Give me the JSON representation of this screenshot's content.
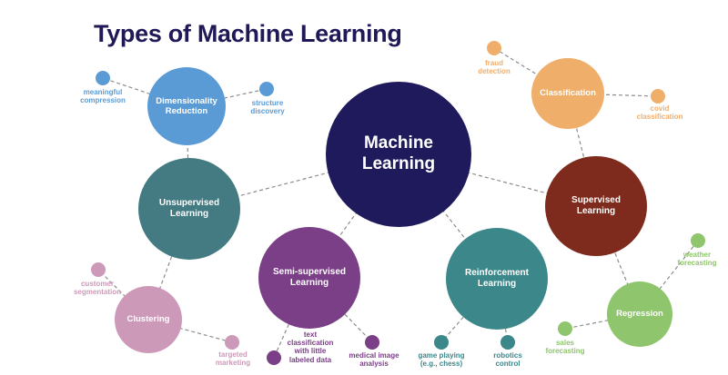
{
  "title": "Types of Machine Learning",
  "colors": {
    "title": "#1f1a57",
    "machine_learning": "#1e1a5c",
    "dimensionality": "#5b9bd5",
    "unsupervised": "#447a82",
    "clustering": "#cc9ab8",
    "semi_supervised": "#7a3f86",
    "reinforcement": "#3c8789",
    "supervised": "#7e2a1c",
    "classification": "#f0ae6b",
    "regression": "#8fc56c",
    "connector": "#8c8c8c"
  },
  "nodes": {
    "machine_learning": {
      "line1": "Machine",
      "line2": "Learning"
    },
    "dimensionality": {
      "line1": "Dimensionality",
      "line2": "Reduction"
    },
    "unsupervised": {
      "line1": "Unsupervised",
      "line2": "Learning"
    },
    "clustering": {
      "line1": "Clustering"
    },
    "semi_supervised": {
      "line1": "Semi-supervised",
      "line2": "Learning"
    },
    "reinforcement": {
      "line1": "Reinforcement",
      "line2": "Learning"
    },
    "supervised": {
      "line1": "Supervised",
      "line2": "Learning"
    },
    "classification": {
      "line1": "Classification"
    },
    "regression": {
      "line1": "Regression"
    }
  },
  "leaves": {
    "meaningful_compression": {
      "line1": "meaningful",
      "line2": "compression"
    },
    "structure_discovery": {
      "line1": "structure",
      "line2": "discovery"
    },
    "customer_segmentation": {
      "line1": "customer",
      "line2": "segmentation"
    },
    "targeted_marketing": {
      "line1": "targeted",
      "line2": "marketing"
    },
    "text_classification": {
      "line1": "text",
      "line2": "classification",
      "line3": "with little",
      "line4": "labeled data"
    },
    "medical_image_analysis": {
      "line1": "medical image",
      "line2": "analysis"
    },
    "game_playing": {
      "line1": "game playing",
      "line2": "(e.g., chess)"
    },
    "robotics_control": {
      "line1": "robotics",
      "line2": "control"
    },
    "fraud_detection": {
      "line1": "fraud",
      "line2": "detection"
    },
    "covid_classification": {
      "line1": "covid",
      "line2": "classification"
    },
    "weather_forecasting": {
      "line1": "weather",
      "line2": "forecasting"
    },
    "sales_forecasting": {
      "line1": "sales",
      "line2": "forecasting"
    }
  }
}
